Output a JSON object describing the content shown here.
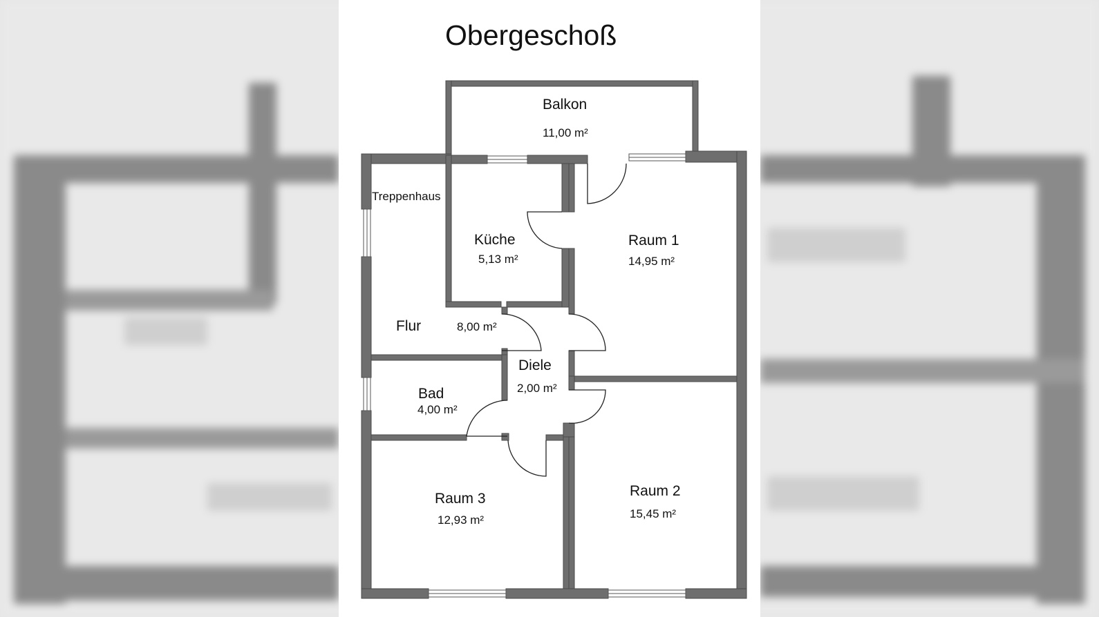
{
  "plan": {
    "title": "Obergeschoß",
    "rooms": {
      "balkon": {
        "name": "Balkon",
        "area": "11,00 m²"
      },
      "treppenhaus": {
        "name": "Treppenhaus"
      },
      "kueche": {
        "name": "Küche",
        "area": "5,13 m²"
      },
      "raum1": {
        "name": "Raum 1",
        "area": "14,95 m²"
      },
      "flur": {
        "name": "Flur",
        "area": "8,00 m²"
      },
      "diele": {
        "name": "Diele",
        "area": "2,00 m²"
      },
      "bad": {
        "name": "Bad",
        "area": "4,00 m²"
      },
      "raum3": {
        "name": "Raum 3",
        "area": "12,93 m²"
      },
      "raum2": {
        "name": "Raum 2",
        "area": "15,45 m²"
      }
    }
  },
  "colors": {
    "wall": "#6e6e6e",
    "wall_edge": "#444444",
    "paper": "#ffffff",
    "backdrop": "#e6e6e6"
  }
}
